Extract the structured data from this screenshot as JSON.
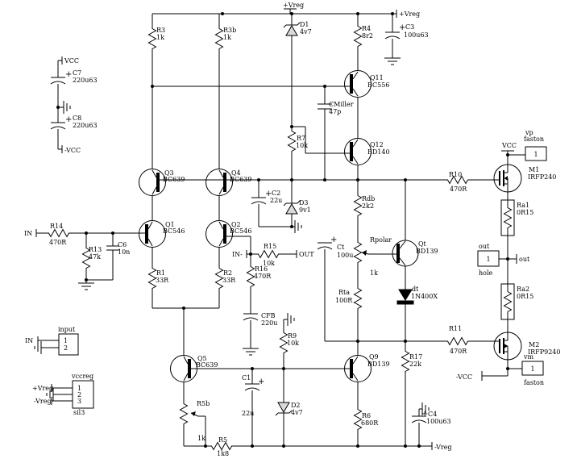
{
  "power": {
    "plus_vreg": "+Vreg",
    "minus_vreg": "-Vreg",
    "vcc": "VCC",
    "minus_vcc": "-VCC",
    "plus": "+"
  },
  "resistors": {
    "r3": {
      "name": "R3",
      "value": "1k"
    },
    "r3b": {
      "name": "R3b",
      "value": "1k"
    },
    "r4": {
      "name": "R4",
      "value": "8r2"
    },
    "r7": {
      "name": "R7",
      "value": "10k"
    },
    "r14": {
      "name": "R14",
      "value": "470R"
    },
    "r13": {
      "name": "R13",
      "value": "47k"
    },
    "r1": {
      "name": "R1",
      "value": "33R"
    },
    "r2": {
      "name": "R2",
      "value": "33R"
    },
    "r15": {
      "name": "R15",
      "value": "10k"
    },
    "r16": {
      "name": "R16",
      "value": "470R"
    },
    "r9": {
      "name": "R9",
      "value": "10k"
    },
    "r5b": {
      "name": "R5b",
      "value": "1k"
    },
    "r5": {
      "name": "R5",
      "value": "1k8"
    },
    "r6": {
      "name": "R6",
      "value": "680R"
    },
    "r17": {
      "name": "R17",
      "value": "22k"
    },
    "rdb": {
      "name": "Rdb",
      "value": "2k2"
    },
    "rpolar": {
      "name": "Rpolar",
      "value": "1k"
    },
    "rta": {
      "name": "Rta",
      "value": "100R"
    },
    "r10": {
      "name": "R10",
      "value": "470R"
    },
    "r11": {
      "name": "R11",
      "value": "470R"
    },
    "ra1": {
      "name": "Ra1",
      "value": "0R15"
    },
    "ra2": {
      "name": "Ra2",
      "value": "0R15"
    }
  },
  "capacitors": {
    "c7": {
      "name": "C7",
      "value": "220u63"
    },
    "c8": {
      "name": "C8",
      "value": "220u63"
    },
    "c3": {
      "name": "C3",
      "value": "100u63"
    },
    "c4": {
      "name": "C4",
      "value": "100u63"
    },
    "c2": {
      "name": "C2",
      "value": "22u"
    },
    "c1": {
      "name": "C1",
      "value": "22u"
    },
    "c6": {
      "name": "C6",
      "value": "10n"
    },
    "cmiller": {
      "name": "CMiller",
      "value": "47p"
    },
    "cfb": {
      "name": "CFB",
      "value": "220u"
    },
    "ct": {
      "name": "Ct",
      "value": "100u"
    }
  },
  "transistors": {
    "q1": {
      "name": "Q1",
      "part": "BC546"
    },
    "q2": {
      "name": "Q2",
      "part": "BC546"
    },
    "q3": {
      "name": "Q3",
      "part": "BC639"
    },
    "q4": {
      "name": "Q4",
      "part": "BC639"
    },
    "q5": {
      "name": "Q5",
      "part": "BC639"
    },
    "q9": {
      "name": "Q9",
      "part": "BD139"
    },
    "q11": {
      "name": "Q11",
      "part": "BC556"
    },
    "q12": {
      "name": "Q12",
      "part": "BD140"
    },
    "qt": {
      "name": "Qt",
      "part": "BD139"
    },
    "m1": {
      "name": "M1",
      "part": "IRFP240"
    },
    "m2": {
      "name": "M2",
      "part": "IRFP9240"
    }
  },
  "diodes": {
    "d1": {
      "name": "D1",
      "value": "4v7"
    },
    "d2": {
      "name": "D2",
      "value": "4v7"
    },
    "d3": {
      "name": "D3",
      "value": "9v1"
    },
    "dt": {
      "name": "dt",
      "value": "1N400X"
    }
  },
  "terminals": {
    "in": "IN",
    "in_minus": "IN-",
    "out": "OUT",
    "out_node": "out"
  },
  "connectors": {
    "input": {
      "label": "input",
      "pin1": "1",
      "pin2": "2"
    },
    "vccreg": {
      "label": "vccreg",
      "pin1": "1",
      "pin2": "2",
      "pin3": "3",
      "footprint": "sil3"
    },
    "vp_faston": {
      "label": "vp",
      "type": "faston",
      "pin": "1"
    },
    "vm_faston": {
      "label": "vm",
      "type": "faston",
      "pin": "1"
    },
    "out_hole": {
      "label": "out",
      "type": "hole",
      "pin": "1"
    }
  }
}
